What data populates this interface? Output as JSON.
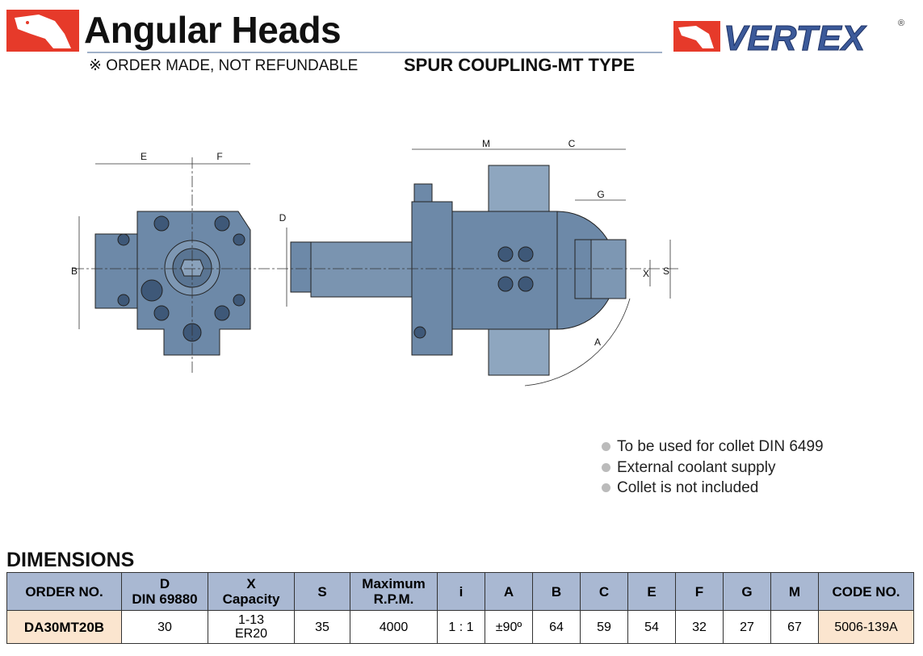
{
  "header": {
    "title": "Angular Heads",
    "notice": "※ ORDER MADE, NOT REFUNDABLE",
    "subtitle": "SPUR COUPLING-MT TYPE",
    "brand": "VERTEX",
    "registered": "®"
  },
  "colors": {
    "accent": "#e63a2a",
    "body": "#6d89a8",
    "header_bg": "#a9b8d2",
    "highlight": "#fbe5cf"
  },
  "drawing_labels": {
    "E": "E",
    "F": "F",
    "B": "B",
    "D": "D",
    "M": "M",
    "C": "C",
    "G": "G",
    "X": "X",
    "S": "S",
    "A": "A"
  },
  "notes": [
    "To be used for collet DIN 6499",
    "External coolant supply",
    "Collet is not included"
  ],
  "dimensions": {
    "title": "DIMENSIONS",
    "headers": [
      [
        "ORDER NO."
      ],
      [
        "D",
        "DIN 69880"
      ],
      [
        "X",
        "Capacity"
      ],
      [
        "S"
      ],
      [
        "Maximum",
        "R.P.M."
      ],
      [
        "i"
      ],
      [
        "A"
      ],
      [
        "B"
      ],
      [
        "C"
      ],
      [
        "E"
      ],
      [
        "F"
      ],
      [
        "G"
      ],
      [
        "M"
      ],
      [
        "CODE NO."
      ]
    ],
    "row": {
      "order_no": "DA30MT20B",
      "D": "30",
      "X": [
        "1-13",
        "ER20"
      ],
      "S": "35",
      "rpm": "4000",
      "i": "1 : 1",
      "A": "±90º",
      "B": "64",
      "C": "59",
      "E": "54",
      "F": "32",
      "G": "27",
      "M": "67",
      "code_no": "5006-139A"
    }
  }
}
